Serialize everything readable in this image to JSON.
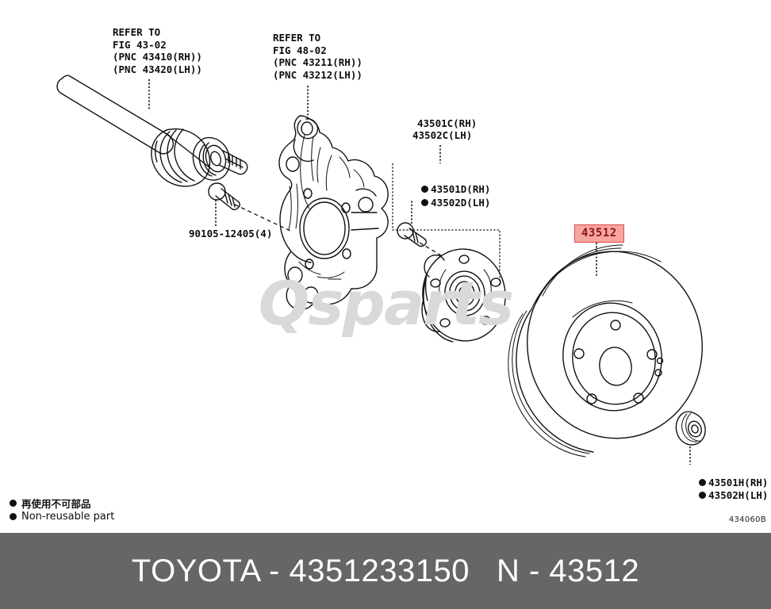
{
  "footer": {
    "brand": "TOYOTA",
    "separator": "-",
    "part_number": "4351233150",
    "code_prefix": "N",
    "code_value": "43512",
    "full_text": "TOYOTA - 4351233150",
    "right_text": "N - 43512"
  },
  "watermark": {
    "text": "Qsparts",
    "color": "#d9d9d9"
  },
  "diagram": {
    "code": "434060B",
    "highlight_color": "#f6a5a3",
    "highlight_border": "#e04a44",
    "highlight_text_color": "#8d1410"
  },
  "callouts": {
    "driveshaft_ref": "REFER TO\nFIG 43-02\n(PNC 43410(RH))\n(PNC 43420(LH))",
    "knuckle_ref": "REFER TO\nFIG 48-02\n(PNC 43211(RH))\n(PNC 43212(LH))",
    "hub_line1": "43501C(RH)",
    "hub_line2": "43502C(LH)",
    "hub_bolt_line1": "43501D(RH)",
    "hub_bolt_line2": "43502D(LH)",
    "knuckle_bolt": "90105-12405(4)",
    "nut_line1": "43501H(RH)",
    "nut_line2": "43502H(LH)",
    "disc_badge": "43512"
  },
  "legend": {
    "japanese": "再使用不可部品",
    "english": "Non-reusable part"
  }
}
